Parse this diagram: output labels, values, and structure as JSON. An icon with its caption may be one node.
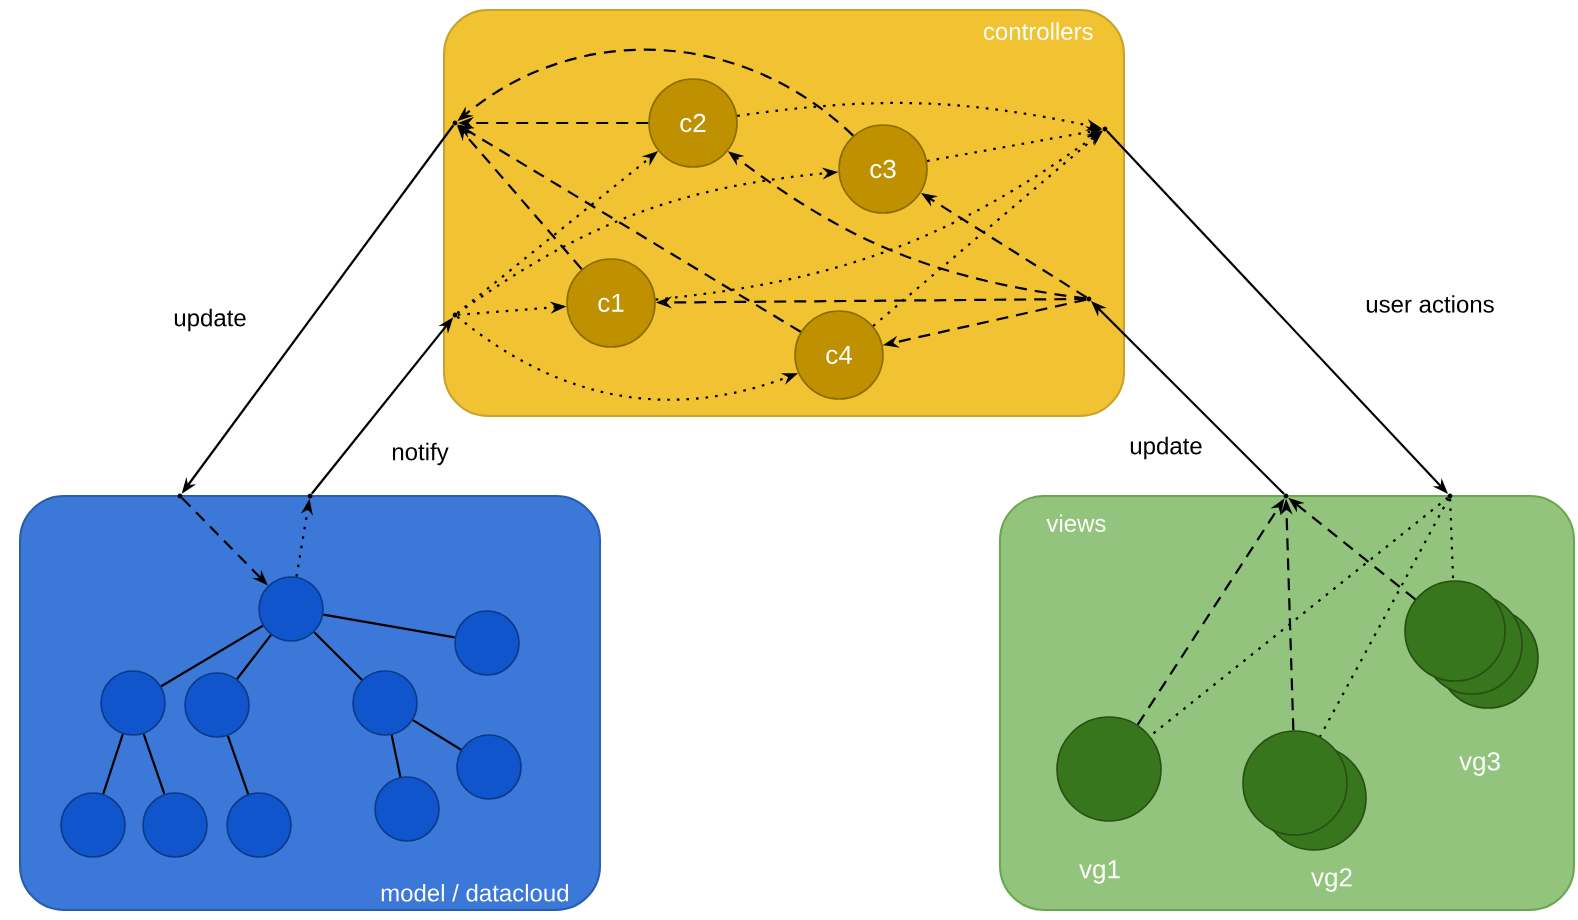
{
  "diagram": {
    "nodes": [
      {
        "text": [
          "controllers"
        ]
      },
      {
        "text": [],
        "shape": "point",
        "in": 0
      },
      {
        "text": [
          "c2"
        ],
        "in": 0
      },
      {
        "text": [
          "c3"
        ],
        "in": 0
      },
      {
        "text": [],
        "shape": "point",
        "in": 0
      },
      {
        "text": [],
        "shape": "point",
        "in": 0
      },
      {
        "text": [],
        "shape": "point",
        "in": 0
      },
      {
        "text": [
          "c1"
        ],
        "in": 0
      },
      {
        "text": [
          "c4"
        ],
        "in": 0
      },
      {
        "text": [
          "model / datacloud"
        ]
      },
      {
        "text": [],
        "shape": "point"
      },
      {
        "text": [],
        "shape": "point"
      },
      {
        "text": [],
        "shape": "circle",
        "in": 9
      },
      {
        "text": [],
        "shape": "circle",
        "in": 9
      },
      {
        "text": [],
        "shape": "circle",
        "in": 9
      },
      {
        "text": [],
        "shape": "circle",
        "in": 9
      },
      {
        "text": [],
        "shape": "circle",
        "in": 9
      },
      {
        "text": [],
        "shape": "circle",
        "in": 9
      },
      {
        "text": [],
        "shape": "circle",
        "in": 9
      },
      {
        "text": [],
        "shape": "circle",
        "in": 9
      },
      {
        "text": [],
        "shape": "circle",
        "in": 9
      },
      {
        "text": [],
        "shape": "circle",
        "in": 9
      },
      {
        "text": [
          "views"
        ]
      },
      {
        "text": [],
        "shape": "point"
      },
      {
        "text": [],
        "shape": "point"
      },
      {
        "text": [],
        "shape": "circle",
        "in": 22,
        "beside": [
          "vg3"
        ]
      },
      {
        "text": [],
        "shape": "circle",
        "in": 22,
        "beside": [
          "vg1"
        ]
      },
      {
        "text": [],
        "shape": "circle",
        "in": 22,
        "beside": [
          "vg2"
        ]
      }
    ],
    "edges": [
      {
        "from": 1,
        "to": 10,
        "arrow": "to",
        "label": "update"
      },
      {
        "from": 11,
        "to": 6,
        "arrow": "to",
        "label": "notify"
      },
      {
        "from": 23,
        "to": 5,
        "arrow": "to",
        "label": "update"
      },
      {
        "from": 4,
        "to": 24,
        "arrow": "to",
        "label": "user actions"
      },
      {
        "from": 5,
        "to": 2,
        "arrow": "to",
        "style": "dashed"
      },
      {
        "from": 5,
        "to": 3,
        "arrow": "to",
        "style": "dashed"
      },
      {
        "from": 5,
        "to": 7,
        "arrow": "to",
        "style": "dashed"
      },
      {
        "from": 5,
        "to": 8,
        "arrow": "to",
        "style": "dashed"
      },
      {
        "from": 2,
        "to": 1,
        "arrow": "to",
        "style": "dashed"
      },
      {
        "from": 3,
        "to": 1,
        "arrow": "to",
        "style": "dashed"
      },
      {
        "from": 7,
        "to": 1,
        "arrow": "to",
        "style": "dashed"
      },
      {
        "from": 8,
        "to": 1,
        "arrow": "to",
        "style": "dashed"
      },
      {
        "from": 6,
        "to": 2,
        "arrow": "to",
        "style": "dashed"
      },
      {
        "from": 6,
        "to": 3,
        "arrow": "to",
        "style": "dashed"
      },
      {
        "from": 6,
        "to": 7,
        "arrow": "to",
        "style": "dashed"
      },
      {
        "from": 6,
        "to": 8,
        "arrow": "to",
        "style": "dashed"
      },
      {
        "from": 7,
        "to": 4,
        "arrow": "to",
        "style": "dashed"
      },
      {
        "from": 2,
        "to": 4,
        "arrow": "to",
        "style": "dashed"
      },
      {
        "from": 3,
        "to": 4,
        "arrow": "to",
        "style": "dashed"
      },
      {
        "from": 8,
        "to": 4,
        "arrow": "to",
        "style": "dashed"
      },
      {
        "from": 10,
        "to": 12,
        "arrow": "to",
        "style": "dashed"
      },
      {
        "from": 12,
        "to": 11,
        "arrow": "to",
        "style": "dashed"
      },
      {
        "from": 12,
        "to": 14,
        "arrow": "none"
      },
      {
        "from": 12,
        "to": 15,
        "arrow": "none"
      },
      {
        "from": 12,
        "to": 16,
        "arrow": "none"
      },
      {
        "from": 12,
        "to": 13,
        "arrow": "none"
      },
      {
        "from": 14,
        "to": 18,
        "arrow": "none"
      },
      {
        "from": 14,
        "to": 19,
        "arrow": "none"
      },
      {
        "from": 15,
        "to": 20,
        "arrow": "none"
      },
      {
        "from": 16,
        "to": 21,
        "arrow": "none"
      },
      {
        "from": 16,
        "to": 17,
        "arrow": "none"
      },
      {
        "from": 26,
        "to": 23,
        "arrow": "to",
        "style": "dashed"
      },
      {
        "from": 27,
        "to": 23,
        "arrow": "to",
        "style": "dashed"
      },
      {
        "from": 25,
        "to": 23,
        "arrow": "to",
        "style": "dashed"
      },
      {
        "from": 24,
        "to": 26,
        "arrow": "none",
        "style": "dashed"
      },
      {
        "from": 24,
        "to": 27,
        "arrow": "none",
        "style": "dashed"
      },
      {
        "from": 24,
        "to": 25,
        "arrow": "none",
        "style": "dashed"
      }
    ]
  }
}
